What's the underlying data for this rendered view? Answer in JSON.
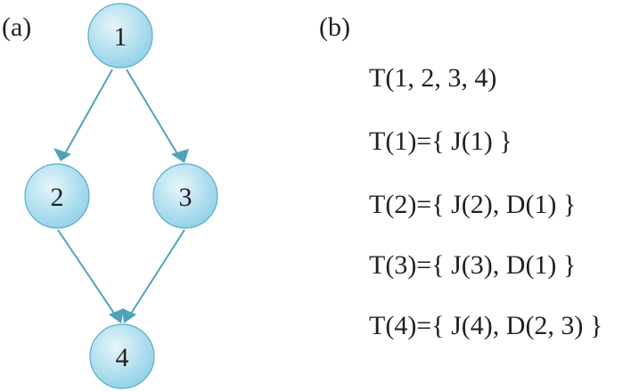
{
  "panels": {
    "a_label": "(a)",
    "b_label": "(b)"
  },
  "graph": {
    "nodes": [
      {
        "id": "1",
        "label": "1"
      },
      {
        "id": "2",
        "label": "2"
      },
      {
        "id": "3",
        "label": "3"
      },
      {
        "id": "4",
        "label": "4"
      }
    ],
    "edges": [
      {
        "from": "1",
        "to": "2"
      },
      {
        "from": "1",
        "to": "3"
      },
      {
        "from": "2",
        "to": "4"
      },
      {
        "from": "3",
        "to": "4"
      }
    ]
  },
  "formulas": [
    "T(1, 2, 3, 4)",
    "T(1)={ J(1) }",
    "T(2)={ J(2), D(1) }",
    "T(3)={ J(3), D(1) }",
    "T(4)={ J(4), D(2, 3) }"
  ],
  "colors": {
    "node_fill_light": "#e6f5fb",
    "node_fill_dark": "#8fd0e6",
    "node_stroke": "#5aaec9",
    "edge": "#4fa3b8",
    "text": "#231f20"
  }
}
